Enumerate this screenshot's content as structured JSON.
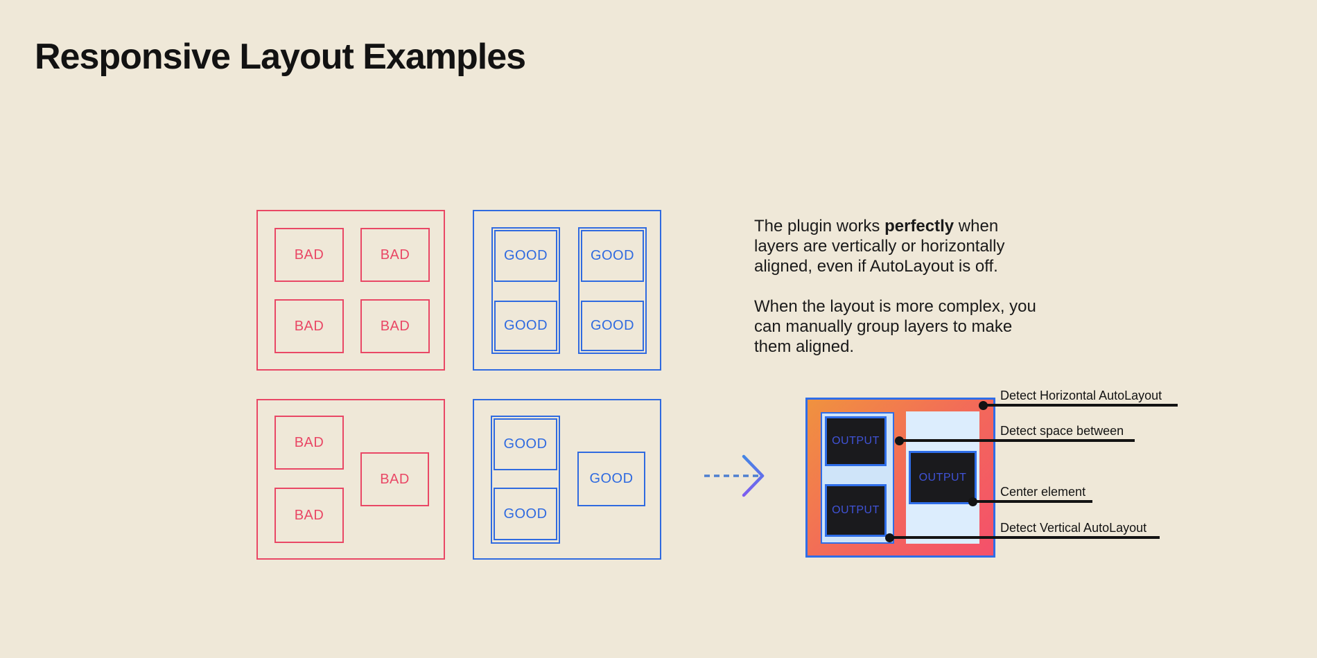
{
  "page": {
    "title": "Responsive Layout Examples",
    "background_color": "#efe8d8",
    "bad_color": "#e94765",
    "good_color": "#2f6ae0",
    "line_color": "#131313",
    "output_gradient": [
      "#f0923f",
      "#f4506b"
    ]
  },
  "examples": {
    "bad_grid": {
      "labels": [
        "BAD",
        "BAD",
        "BAD",
        "BAD"
      ]
    },
    "good_grid": {
      "labels": [
        "GOOD",
        "GOOD",
        "GOOD",
        "GOOD"
      ]
    },
    "bad_free": {
      "labels": [
        "BAD",
        "BAD",
        "BAD"
      ]
    },
    "good_free": {
      "labels": [
        "GOOD",
        "GOOD",
        "GOOD"
      ]
    }
  },
  "description": {
    "p1_pre": "The plugin works ",
    "p1_bold": "perfectly",
    "p1_post": " when\nlayers are vertically or horizontally\naligned, even if AutoLayout is off.",
    "p2": "When the layout is more complex, you\ncan manually group layers to make\nthem aligned."
  },
  "output": {
    "labels": [
      "OUTPUT",
      "OUTPUT",
      "OUTPUT"
    ]
  },
  "annotations": [
    {
      "label": "Detect Horizontal AutoLayout"
    },
    {
      "label": "Detect space between"
    },
    {
      "label": "Center element"
    },
    {
      "label": "Detect Vertical AutoLayout"
    }
  ]
}
